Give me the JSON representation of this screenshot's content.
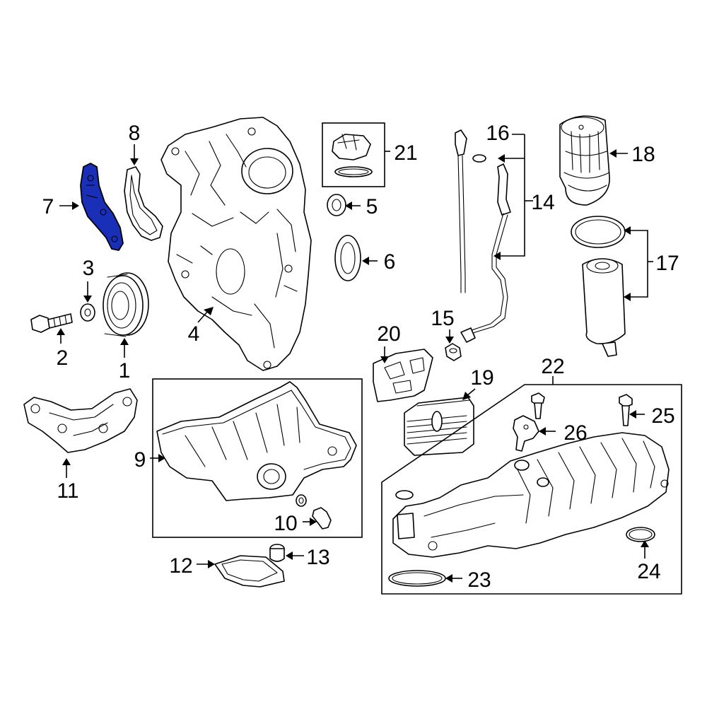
{
  "colors": {
    "background": "#ffffff",
    "line": "#000000",
    "highlight": "#1a2fb8"
  },
  "highlighted_part": "7",
  "callouts": {
    "c1": "1",
    "c2": "2",
    "c3": "3",
    "c4": "4",
    "c5": "5",
    "c6": "6",
    "c7": "7",
    "c8": "8",
    "c9": "9",
    "c10": "10",
    "c11": "11",
    "c12": "12",
    "c13": "13",
    "c14": "14",
    "c15": "15",
    "c16": "16",
    "c17": "17",
    "c18": "18",
    "c19": "19",
    "c20": "20",
    "c21": "21",
    "c22": "22",
    "c23": "23",
    "c24": "24",
    "c25": "25",
    "c26": "26"
  }
}
